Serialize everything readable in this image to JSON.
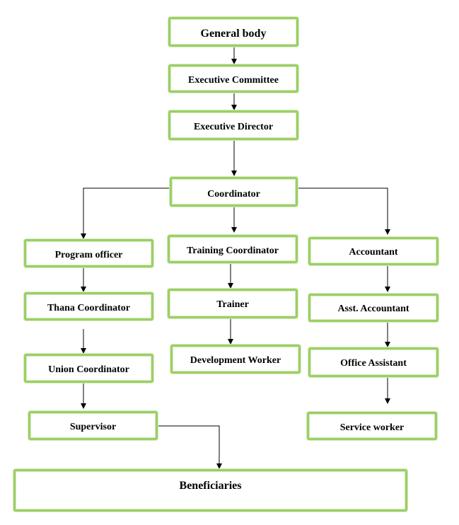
{
  "diagram": {
    "type": "organization-chart",
    "node_border_color": "#9bcf65",
    "arrow_color": "#000000",
    "nodes": {
      "general_body": "General body",
      "executive_committee": "Executive Committee",
      "executive_director": "Executive Director",
      "coordinator": "Coordinator",
      "program_officer": "Program officer",
      "thana_coordinator": "Thana Coordinator",
      "union_coordinator": "Union Coordinator",
      "supervisor": "Supervisor",
      "training_coordinator": "Training Coordinator",
      "trainer": "Trainer",
      "development_worker": "Development Worker",
      "accountant": "Accountant",
      "asst_accountant": "Asst. Accountant",
      "office_assistant": "Office Assistant",
      "service_worker": "Service worker",
      "beneficiaries": "Beneficiaries"
    },
    "edges": [
      [
        "general_body",
        "executive_committee"
      ],
      [
        "executive_committee",
        "executive_director"
      ],
      [
        "executive_director",
        "coordinator"
      ],
      [
        "coordinator",
        "program_officer"
      ],
      [
        "coordinator",
        "training_coordinator"
      ],
      [
        "coordinator",
        "accountant"
      ],
      [
        "program_officer",
        "thana_coordinator"
      ],
      [
        "thana_coordinator",
        "union_coordinator"
      ],
      [
        "union_coordinator",
        "supervisor"
      ],
      [
        "supervisor",
        "beneficiaries"
      ],
      [
        "training_coordinator",
        "trainer"
      ],
      [
        "trainer",
        "development_worker"
      ],
      [
        "accountant",
        "asst_accountant"
      ],
      [
        "asst_accountant",
        "office_assistant"
      ],
      [
        "office_assistant",
        "service_worker"
      ]
    ]
  }
}
